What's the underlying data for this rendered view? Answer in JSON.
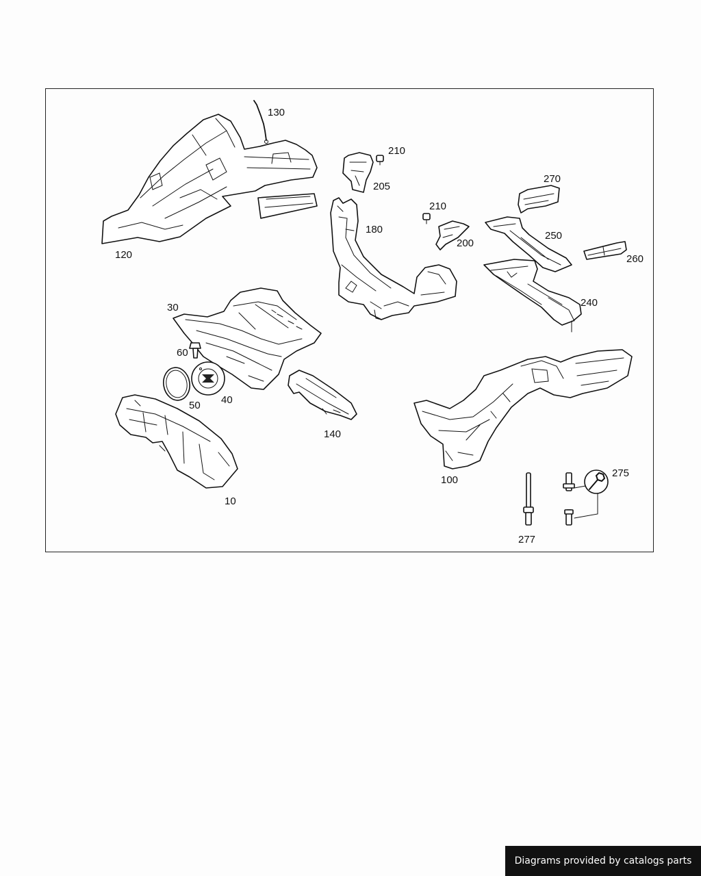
{
  "diagram": {
    "callouts": {
      "p120": "120",
      "p130": "130",
      "p210a": "210",
      "p205": "205",
      "p210b": "210",
      "p180": "180",
      "p200": "200",
      "p270": "270",
      "p250": "250",
      "p260": "260",
      "p240": "240",
      "p30": "30",
      "p60": "60",
      "p50": "50",
      "p40": "40",
      "p140": "140",
      "p10": "10",
      "p100": "100",
      "p275": "275",
      "p277": "277"
    }
  },
  "footer": {
    "credit": "Diagrams provided by catalogs parts"
  },
  "colors": {
    "line": "#111111",
    "background": "#fdfdfd",
    "badge": "#111111"
  }
}
